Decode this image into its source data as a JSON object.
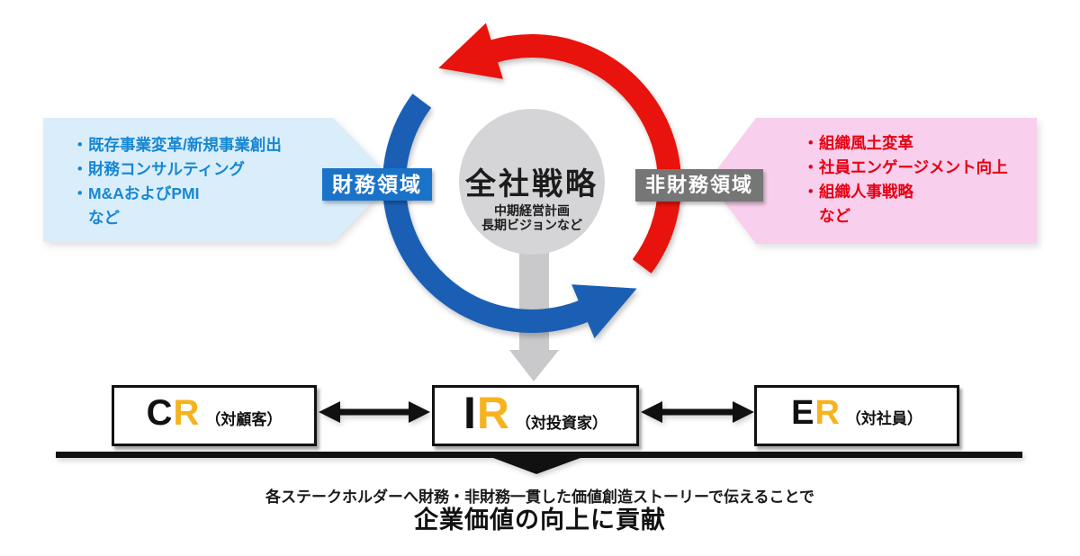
{
  "center_circle": {
    "title": "全社戦略",
    "subtitle_line1": "中期経営計画",
    "subtitle_line2": "長期ビジョンなど"
  },
  "domain_labels": {
    "financial": "財務領域",
    "non_financial": "非財務領域"
  },
  "financial_callout": {
    "bullet": "・",
    "items": [
      "既存事業変革/新規事業創出",
      "財務コンサルティング",
      "M&AおよびPMI"
    ],
    "more": "など"
  },
  "non_financial_callout": {
    "bullet": "・",
    "items": [
      "組織風土変革",
      "社員エンゲージメント向上",
      "組織人事戦略"
    ],
    "more": "など"
  },
  "stakeholder_boxes": [
    {
      "letter_primary": "C",
      "letter_accent": "R",
      "audience": "（対顧客）"
    },
    {
      "letter_primary": "I",
      "letter_accent": "R",
      "audience": "（対投資家）"
    },
    {
      "letter_primary": "E",
      "letter_accent": "R",
      "audience": "（対社員）"
    }
  ],
  "footer": {
    "line1": "各ステークホルダーへ財務・非財務一貫した価値創造ストーリーで伝えることで",
    "line2": "企業価値の向上に貢献"
  },
  "colors": {
    "red": "#e8130c",
    "blue": "#1a5fb4",
    "blue_label_bg": "#1a73c8",
    "gray_label_bg": "#767676",
    "light_blue_bg": "#d9eefa",
    "pink_bg": "#f8cfec",
    "blue_text": "#1787d2",
    "red_text": "#e60012",
    "yellow": "#f5b41e",
    "gray_circle": "#d5d5d7",
    "gray_stem": "#c9c9cb",
    "black": "#111111"
  }
}
